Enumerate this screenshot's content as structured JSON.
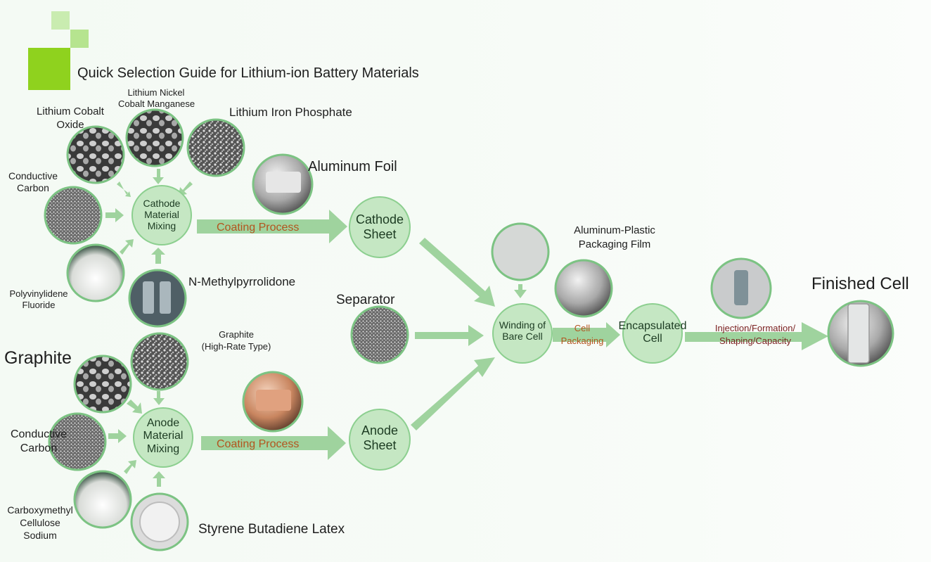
{
  "title": "Quick Selection Guide for Lithium-ion Battery Materials",
  "colors": {
    "logo_dark": "#8fd21e",
    "logo_light": "#c9ecb0",
    "node_fill": "#c5e7c3",
    "node_stroke": "#7cc383",
    "arrow": "#9fd39e",
    "arrow_label": "#b3541e"
  },
  "materials": {
    "lco": "Lithium Cobalt Oxide",
    "ncm_line1": "Lithium Nickel",
    "ncm_line2": "Cobalt Manganese",
    "lfp": "Lithium Iron Phosphate",
    "cond_carbon_top_1": "Conductive",
    "cond_carbon_top_2": "Carbon",
    "pvdf_1": "Polyvinylidene",
    "pvdf_2": "Fluoride",
    "nmp": "N-Methylpyrrolidone",
    "aluminum_foil": "Aluminum Foil",
    "graphite": "Graphite",
    "graphite_hr_1": "Graphite",
    "graphite_hr_2": "(High-Rate Type)",
    "cond_carbon_bottom_1": "Conductive",
    "cond_carbon_bottom_2": "Carbon",
    "cmc_1": "Carboxymethyl",
    "cmc_2": "Cellulose",
    "cmc_3": "Sodium",
    "sbr": "Styrene Butadiene Latex",
    "separator": "Separator",
    "alu_plastic_1": "Aluminum-Plastic",
    "alu_plastic_2": "Packaging Film",
    "finished_cell": "Finished Cell"
  },
  "nodes": {
    "cathode_mixing_1": "Cathode",
    "cathode_mixing_2": "Material",
    "cathode_mixing_3": "Mixing",
    "anode_mixing_1": "Anode",
    "anode_mixing_2": "Material",
    "anode_mixing_3": "Mixing",
    "cathode_sheet_1": "Cathode",
    "cathode_sheet_2": "Sheet",
    "anode_sheet_1": "Anode",
    "anode_sheet_2": "Sheet",
    "winding_1": "Winding of",
    "winding_2": "Bare Cell",
    "encap_1": "Encapsulated",
    "encap_2": "Cell"
  },
  "processes": {
    "coating_top": "Coating Process",
    "coating_bottom": "Coating Process",
    "cell_packaging_1": "Cell",
    "cell_packaging_2": "Packaging",
    "injection_1": "Injection/Formation/",
    "injection_2": "Shaping/Capacity"
  }
}
